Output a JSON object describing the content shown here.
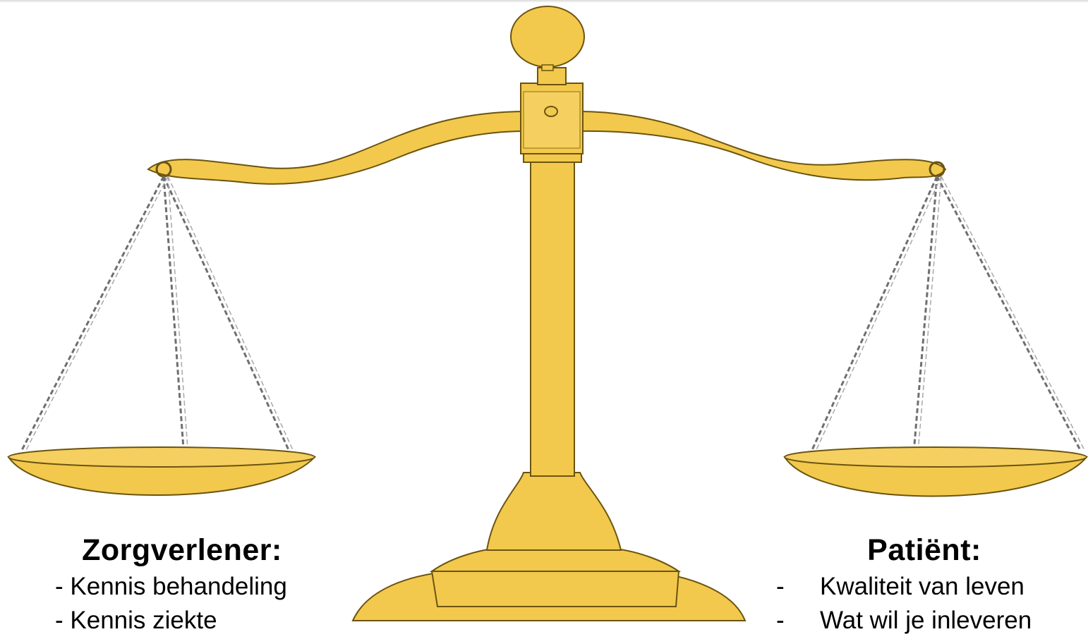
{
  "diagram": {
    "colors": {
      "gold": "#f2c94c",
      "gold_dark": "#b8902a",
      "outline": "#6b5410",
      "chain": "#7a7a7a"
    },
    "left": {
      "heading": "Zorgverlener:",
      "items": [
        {
          "text": "- Kennis behandeling"
        },
        {
          "text": "- Kennis ziekte"
        }
      ]
    },
    "right": {
      "heading": "Patiënt:",
      "items": [
        {
          "dash": "-",
          "text": "Kwaliteit van leven"
        },
        {
          "dash": "-",
          "text": "Wat wil je inleveren"
        }
      ]
    }
  }
}
